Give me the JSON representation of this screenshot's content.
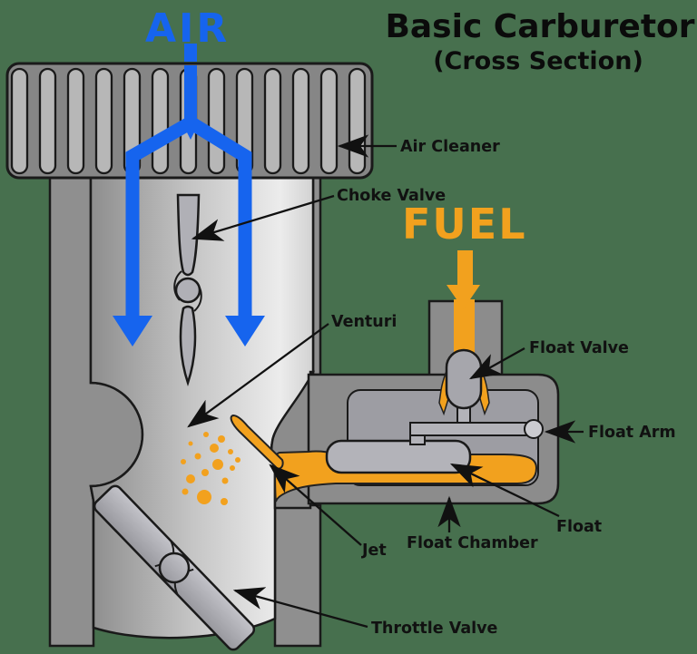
{
  "title": {
    "main": "Basic Carburetor",
    "subtitle": "(Cross Section)"
  },
  "flow_labels": {
    "air": "AIR",
    "fuel": "FUEL"
  },
  "part_labels": {
    "air_cleaner": "Air Cleaner",
    "choke_valve": "Choke Valve",
    "venturi": "Venturi",
    "float_valve": "Float Valve",
    "float_arm": "Float Arm",
    "float": "Float",
    "float_chamber": "Float Chamber",
    "jet": "Jet",
    "throttle_valve": "Throttle Valve"
  },
  "colors": {
    "background_green": "#47704E",
    "air_blue": "#1664EE",
    "fuel_orange": "#F2A11E",
    "metal_gray": "#8F8F8F",
    "metal_light": "#B7B7B7",
    "outline_black": "#1A1A1A",
    "label_text": "#111111"
  }
}
